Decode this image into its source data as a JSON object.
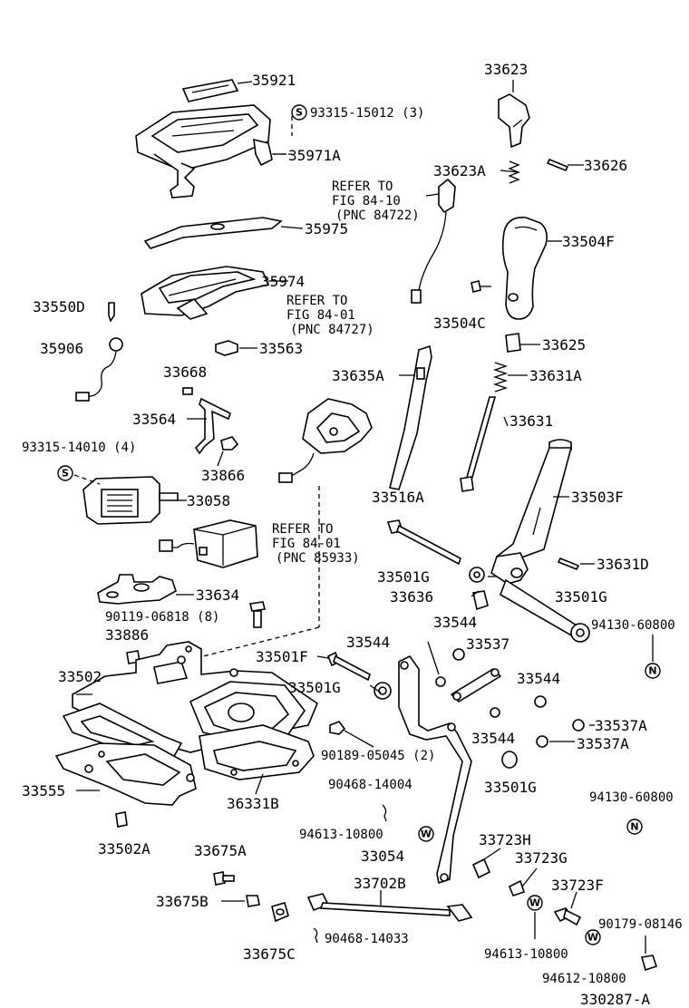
{
  "diagram": {
    "id": "330287-A",
    "parts": {
      "p35921": "35921",
      "p93315_15012": "93315-15012 (3)",
      "p35971A": "35971A",
      "p35975": "35975",
      "p35974": "35974",
      "p33550D": "33550D",
      "p35906": "35906",
      "p33563": "33563",
      "p33668": "33668",
      "p33564": "33564",
      "p93315_14010": "93315-14010 (4)",
      "p33866": "33866",
      "p33058": "33058",
      "p33634": "33634",
      "p90119_06818": "90119-06818 (8)",
      "p33886": "33886",
      "p33502": "33502",
      "p33501F": "33501F",
      "p33501G_a": "33501G",
      "p90189_05045": "90189-05045 (2)",
      "p33555": "33555",
      "p36331B": "36331B",
      "p33502A": "33502A",
      "p33675A": "33675A",
      "p33675B": "33675B",
      "p33675C": "33675C",
      "p33623": "33623",
      "p33623A": "33623A",
      "p33626": "33626",
      "p33504F": "33504F",
      "p33504C": "33504C",
      "p33625": "33625",
      "p33635A": "33635A",
      "p33631A": "33631A",
      "p33631": "33631",
      "p33516A": "33516A",
      "p33503F": "33503F",
      "p33631D": "33631D",
      "p33501G_b": "33501G",
      "p33636": "33636",
      "p33501G_c": "33501G",
      "p94130_60800_a": "94130-60800",
      "p33544_a": "33544",
      "p33544_b": "33544",
      "p33537": "33537",
      "p33544_c": "33544",
      "p33537A_a": "33537A",
      "p33544_d": "33544",
      "p33537A_b": "33537A",
      "p33501G_d": "33501G",
      "p90468_14004": "90468-14004",
      "p94613_10800_a": "94613-10800",
      "p94130_60800_b": "94130-60800",
      "p33054": "33054",
      "p33723H": "33723H",
      "p33723G": "33723G",
      "p33702B": "33702B",
      "p33723F": "33723F",
      "p90179_08146": "90179-08146",
      "p90468_14033": "90468-14033",
      "p94613_10800_b": "94613-10800",
      "p94612_10800": "94612-10800"
    },
    "refs": {
      "ref1": [
        "REFER TO",
        "FIG 84-10",
        "(PNC 84722)"
      ],
      "ref2": [
        "REFER TO",
        "FIG 84-01",
        "(PNC 84727)"
      ],
      "ref3": [
        "REFER TO",
        "FIG 84-01",
        "(PNC 85933)"
      ]
    },
    "symbols": {
      "S": "S",
      "N": "N",
      "W": "W"
    }
  }
}
